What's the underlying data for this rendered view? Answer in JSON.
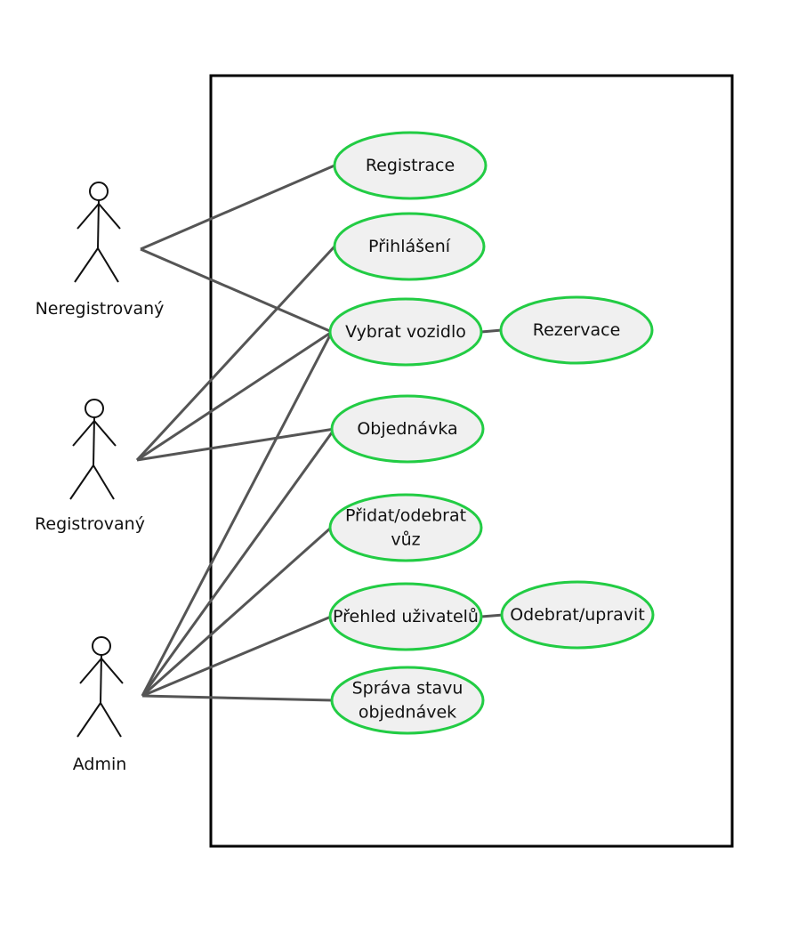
{
  "colors": {
    "usecase_fill": "#f0f0f0",
    "usecase_stroke": "#22cc44",
    "association": "#555555",
    "actor": "#111111",
    "boundary": "#000000"
  },
  "actors": [
    {
      "id": "neregistrovany",
      "label": "Neregistrovaný"
    },
    {
      "id": "registrovany",
      "label": "Registrovaný"
    },
    {
      "id": "admin",
      "label": "Admin"
    }
  ],
  "use_cases": [
    {
      "id": "registrace",
      "lines": [
        "Registrace"
      ]
    },
    {
      "id": "prihlaseni",
      "lines": [
        "Přihlášení"
      ]
    },
    {
      "id": "vybrat-vozidlo",
      "lines": [
        "Vybrat vozidlo"
      ]
    },
    {
      "id": "rezervace",
      "lines": [
        "Rezervace"
      ]
    },
    {
      "id": "objednavka",
      "lines": [
        "Objednávka"
      ]
    },
    {
      "id": "pridat-odebrat-vuz",
      "lines": [
        "Přidat/odebrat",
        "vůz"
      ]
    },
    {
      "id": "prehled-uzivatelu",
      "lines": [
        "Přehled uživatelů"
      ]
    },
    {
      "id": "odebrat-upravit",
      "lines": [
        "Odebrat/upravit"
      ]
    },
    {
      "id": "sprava-stavu",
      "lines": [
        "Správa stavu",
        "objednávek"
      ]
    }
  ],
  "associations": [
    [
      "neregistrovany",
      "registrace"
    ],
    [
      "neregistrovany",
      "vybrat-vozidlo"
    ],
    [
      "registrovany",
      "prihlaseni"
    ],
    [
      "registrovany",
      "vybrat-vozidlo"
    ],
    [
      "registrovany",
      "objednavka"
    ],
    [
      "admin",
      "vybrat-vozidlo"
    ],
    [
      "admin",
      "objednavka"
    ],
    [
      "admin",
      "pridat-odebrat-vuz"
    ],
    [
      "admin",
      "prehled-uzivatelu"
    ],
    [
      "admin",
      "sprava-stavu"
    ],
    [
      "vybrat-vozidlo",
      "rezervace"
    ],
    [
      "prehled-uzivatelu",
      "odebrat-upravit"
    ]
  ]
}
